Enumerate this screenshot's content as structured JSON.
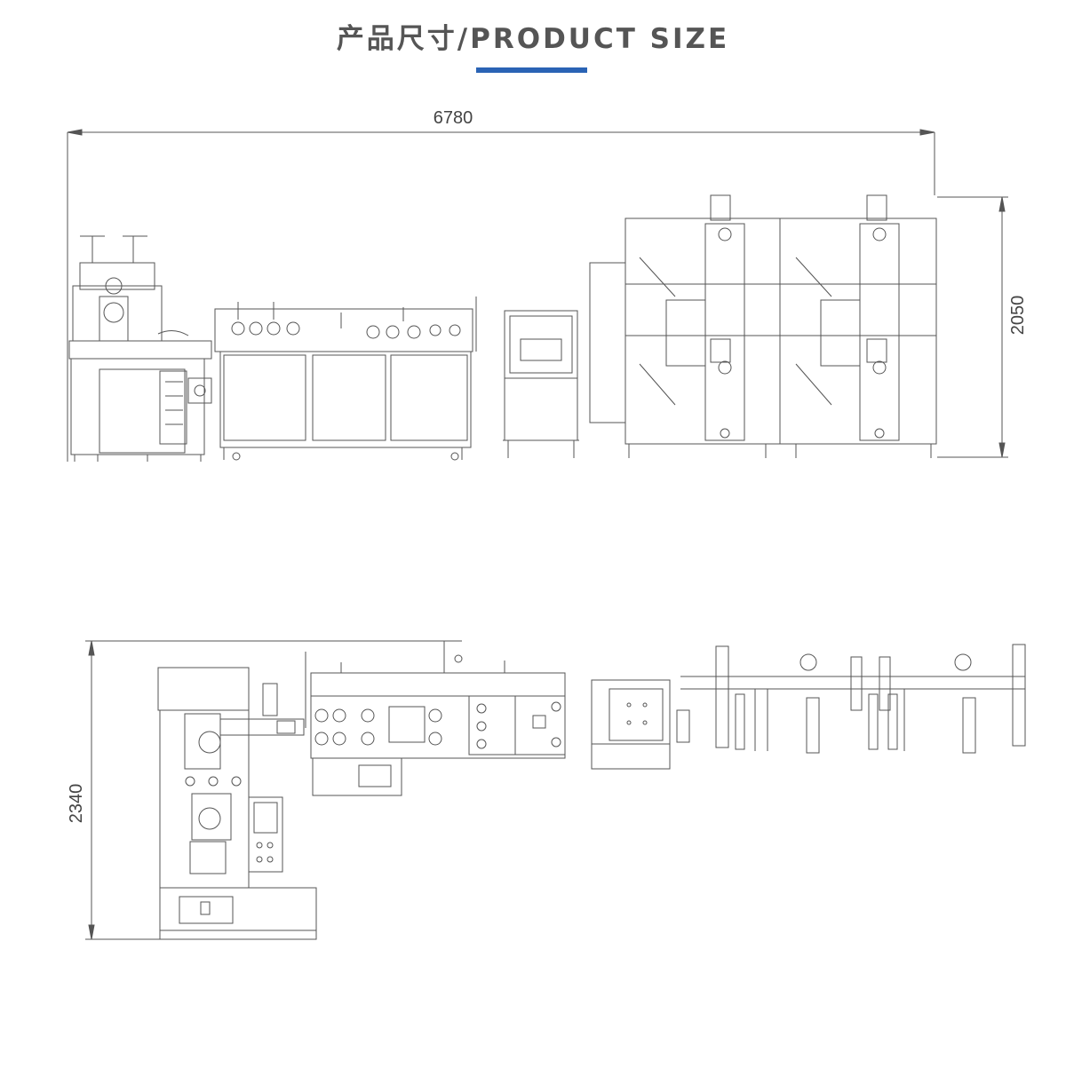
{
  "header": {
    "title": "产品尺寸/PRODUCT SIZE",
    "accent_color": "#2a63b5",
    "title_color": "#555555"
  },
  "dimensions": {
    "side_view_length": "6780",
    "side_view_height": "2050",
    "top_view_width": "2340"
  },
  "line_color": "#444444"
}
